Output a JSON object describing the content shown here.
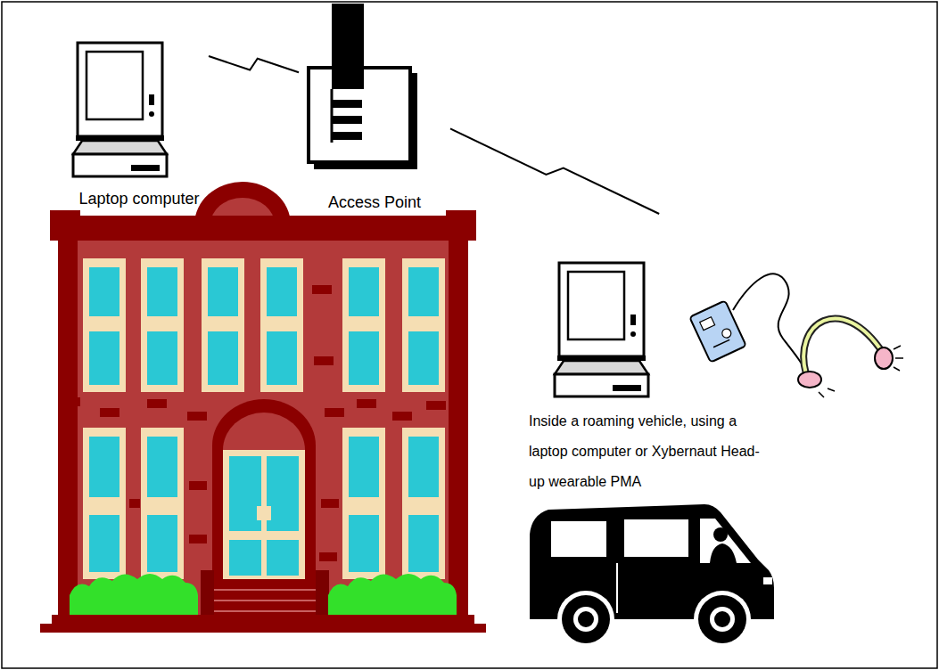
{
  "diagram": {
    "nodes": [
      {
        "text": [
          "Laptop computer"
        ]
      },
      {
        "text": [
          "Access Point"
        ]
      },
      {
        "text": [
          "Inside a roaming vehicle, using a laptop computer or Xybernaut Head-up wearable PMA"
        ]
      }
    ],
    "edges": [
      {
        "from": 0,
        "to": 1,
        "arrow": "none"
      },
      {
        "from": 1,
        "to": 2,
        "arrow": "none"
      }
    ]
  }
}
